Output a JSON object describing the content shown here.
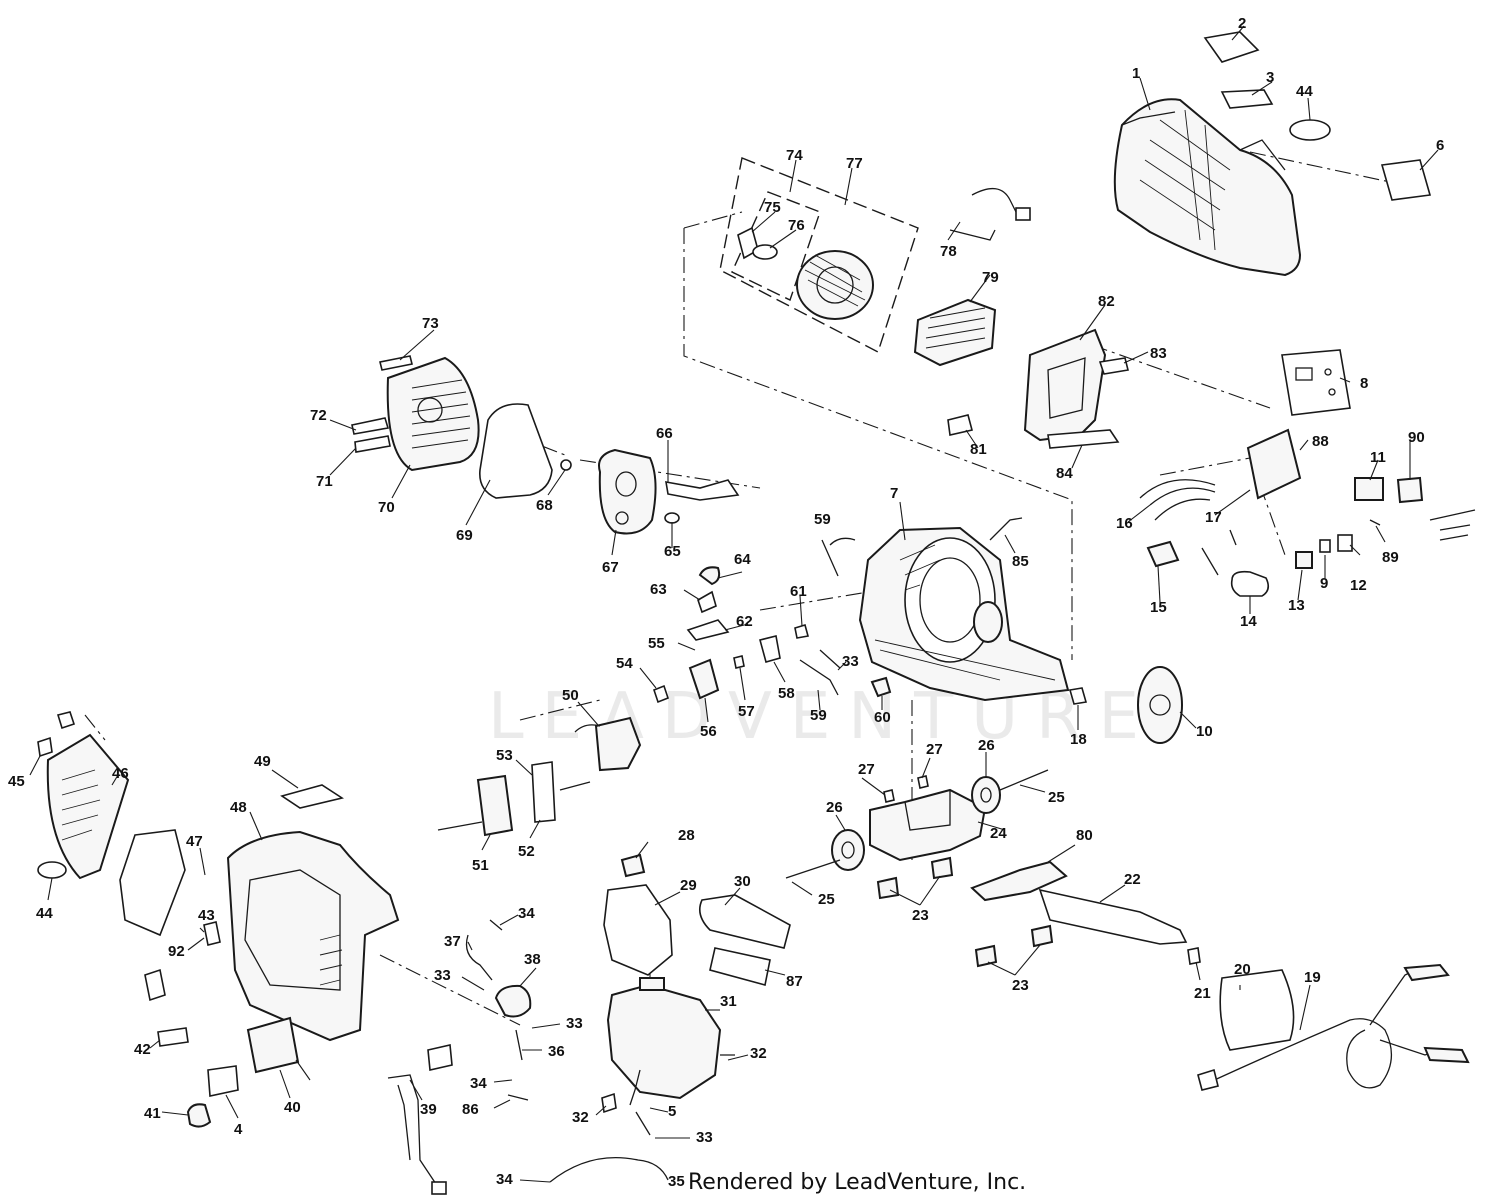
{
  "header": {
    "caption": ""
  },
  "footer": {
    "credit": "Rendered by LeadVenture, Inc."
  },
  "watermark": {
    "text": "LEADVENTURE"
  },
  "callouts": {
    "c1": "1",
    "c2": "2",
    "c3": "3",
    "c4": "4",
    "c5": "5",
    "c6": "6",
    "c7": "7",
    "c8": "8",
    "c9": "9",
    "c10": "10",
    "c11": "11",
    "c12": "12",
    "c13": "13",
    "c14": "14",
    "c15": "15",
    "c16": "16",
    "c17": "17",
    "c18": "18",
    "c19": "19",
    "c20": "20",
    "c21": "21",
    "c22": "22",
    "c23": "23",
    "c24": "24",
    "c25": "25",
    "c26": "26",
    "c27": "27",
    "c28": "28",
    "c29": "29",
    "c30": "30",
    "c31": "31",
    "c32": "32",
    "c33": "33",
    "c34": "34",
    "c35": "35",
    "c36": "36",
    "c37": "37",
    "c38": "38",
    "c39": "39",
    "c40": "40",
    "c41": "41",
    "c42": "42",
    "c43": "43",
    "c44": "44",
    "c45": "45",
    "c46": "46",
    "c47": "47",
    "c48": "48",
    "c49": "49",
    "c50": "50",
    "c51": "51",
    "c52": "52",
    "c53": "53",
    "c54": "54",
    "c55": "55",
    "c56": "56",
    "c57": "57",
    "c58": "58",
    "c59": "59",
    "c60": "60",
    "c61": "61",
    "c62": "62",
    "c63": "63",
    "c64": "64",
    "c65": "65",
    "c66": "66",
    "c67": "67",
    "c68": "68",
    "c69": "69",
    "c70": "70",
    "c71": "71",
    "c72": "72",
    "c73": "73",
    "c74": "74",
    "c75": "75",
    "c76": "76",
    "c77": "77",
    "c78": "78",
    "c79": "79",
    "c80": "80",
    "c81": "81",
    "c82": "82",
    "c83": "83",
    "c84": "84",
    "c85": "85",
    "c86": "86",
    "c87": "87",
    "c88": "88",
    "c89": "89",
    "c90": "90",
    "c92": "92"
  }
}
